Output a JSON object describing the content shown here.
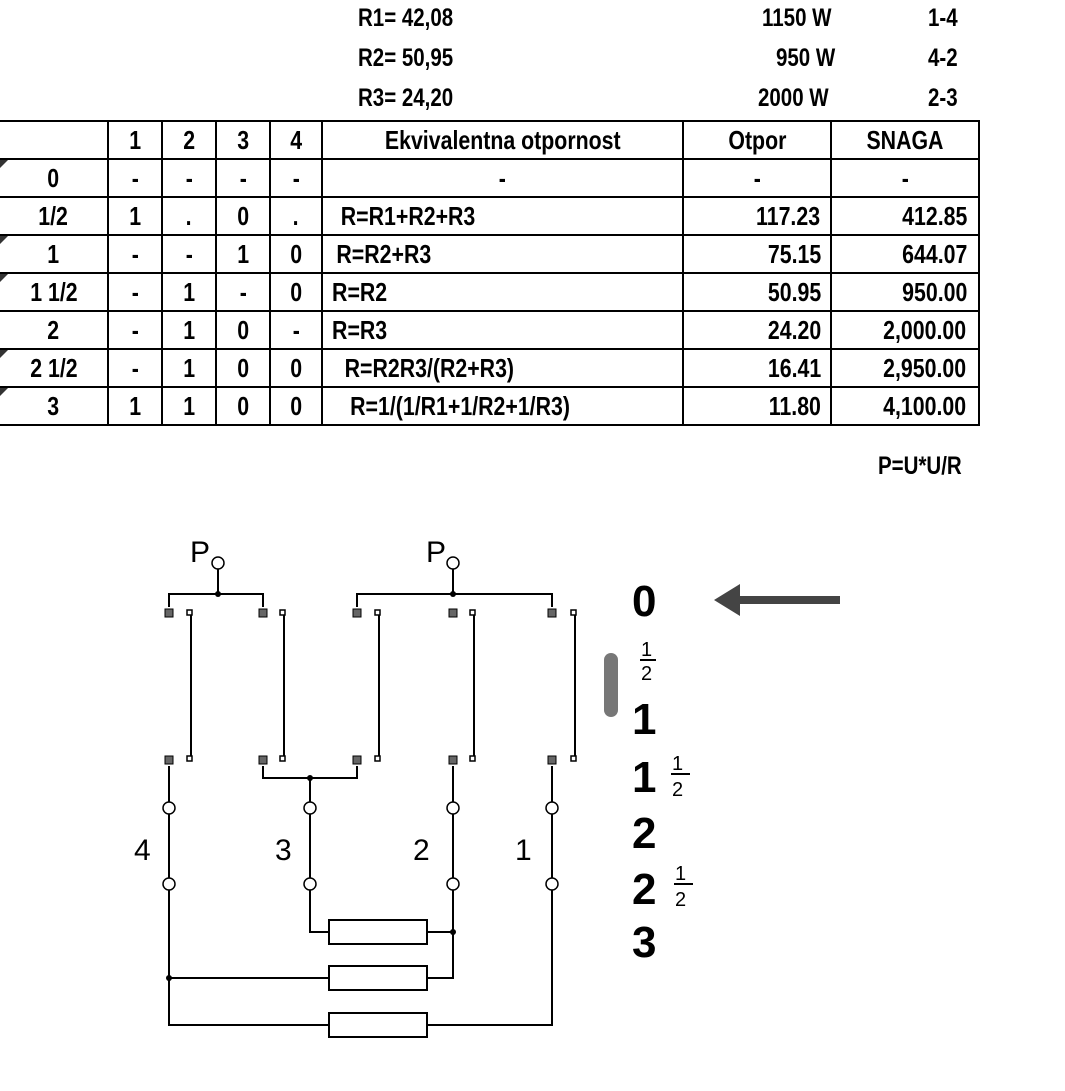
{
  "resistors": [
    {
      "label": "R1= 42,08",
      "power": "1150 W",
      "pins": "1-4"
    },
    {
      "label": "R2= 50,95",
      "power": "950 W",
      "pins": "4-2"
    },
    {
      "label": "R3= 24,20",
      "power": "2000 W",
      "pins": "2-3"
    }
  ],
  "table": {
    "headers": [
      "",
      "1",
      "2",
      "3",
      "4",
      "Ekvivalentna otpornost",
      "Otpor",
      "SNAGA"
    ],
    "rows": [
      [
        "0",
        "-",
        "-",
        "-",
        "-",
        "-",
        "-",
        "-"
      ],
      [
        "1/2",
        "1",
        ".",
        "0",
        ".",
        "R=R1+R2+R3",
        "117.23",
        "412.85"
      ],
      [
        "1",
        "-",
        "-",
        "1",
        "0",
        "R=R2+R3",
        "75.15",
        "644.07"
      ],
      [
        "1 1/2",
        "-",
        "1",
        "-",
        "0",
        "R=R2",
        "50.95",
        "950.00"
      ],
      [
        "2",
        "-",
        "1",
        "0",
        "-",
        "R=R3",
        "24.20",
        "2,000.00"
      ],
      [
        "2 1/2",
        "-",
        "1",
        "0",
        "0",
        "R=R2R3/(R2+R3)",
        "16.41",
        "2,950.00"
      ],
      [
        "3",
        "1",
        "1",
        "0",
        "0",
        "R=1/(1/R1+1/R2+1/R3)",
        "11.80",
        "4,100.00"
      ]
    ],
    "formula": "P=U*U/R"
  },
  "diagram": {
    "terminal_labels": [
      "P",
      "P"
    ],
    "wire_labels": [
      "4",
      "3",
      "2",
      "1"
    ],
    "switch_positions": [
      "0",
      "1/2",
      "1",
      "1 1/2",
      "2",
      "2 1/2",
      "3"
    ],
    "big": {
      "p0": "0",
      "p1": "1",
      "p1h": "1",
      "p2": "2",
      "p2h": "2",
      "p3": "3",
      "half": "1",
      "halfden": "2"
    }
  }
}
